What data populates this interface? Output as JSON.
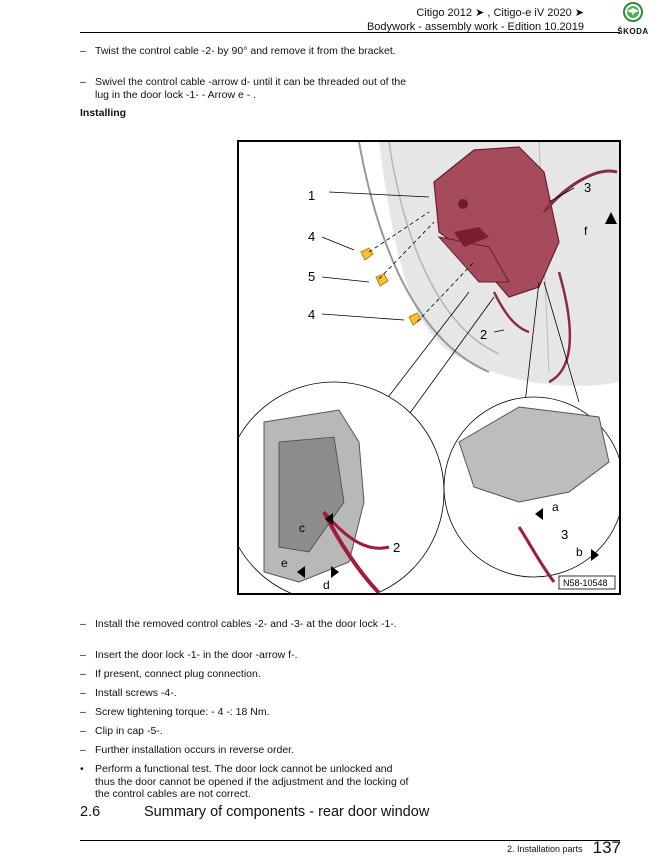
{
  "header": {
    "line1": "Citigo 2012 ➤ , Citigo-e iV 2020 ➤",
    "line2": "Bodywork - assembly work - Edition 10.2019",
    "brand": "ŠKODA"
  },
  "steps_top": [
    {
      "marker": "–",
      "text": "Twist the control cable -2- by 90° and remove it from the bracket."
    },
    {
      "marker": "–",
      "text": "Swivel the control cable -arrow d- until it can be threaded out of the lug in the door lock -1- - Arrow e - ."
    }
  ],
  "subheading": "Installing",
  "figure": {
    "callouts": [
      "1",
      "3",
      "4",
      "5",
      "4",
      "2",
      "f",
      "c",
      "2",
      "e",
      "d",
      "a",
      "3",
      "b"
    ],
    "ref": "N58-10548"
  },
  "steps_bottom": [
    {
      "marker": "–",
      "text": "Install the removed control cables -2- and -3- at the door lock -1-."
    },
    {
      "marker": "–",
      "text": "Insert the door lock -1- in the door -arrow f-."
    },
    {
      "marker": "–",
      "text": "If present, connect plug connection."
    },
    {
      "marker": "–",
      "text": "Install screws -4-."
    },
    {
      "marker": "–",
      "text": "Screw tightening torque: - 4 -: 18 Nm."
    },
    {
      "marker": "–",
      "text": "Clip in cap -5-."
    },
    {
      "marker": "–",
      "text": "Further installation occurs in reverse order."
    },
    {
      "marker": "•",
      "text": "Perform a functional test. The door lock cannot be unlocked and thus the door cannot be opened if the adjustment and the locking of the control cables are not correct."
    }
  ],
  "section": {
    "number": "2.6",
    "title": "Summary of components - rear door window"
  },
  "footer": {
    "chapter": "2. Installation parts",
    "page": "137"
  }
}
